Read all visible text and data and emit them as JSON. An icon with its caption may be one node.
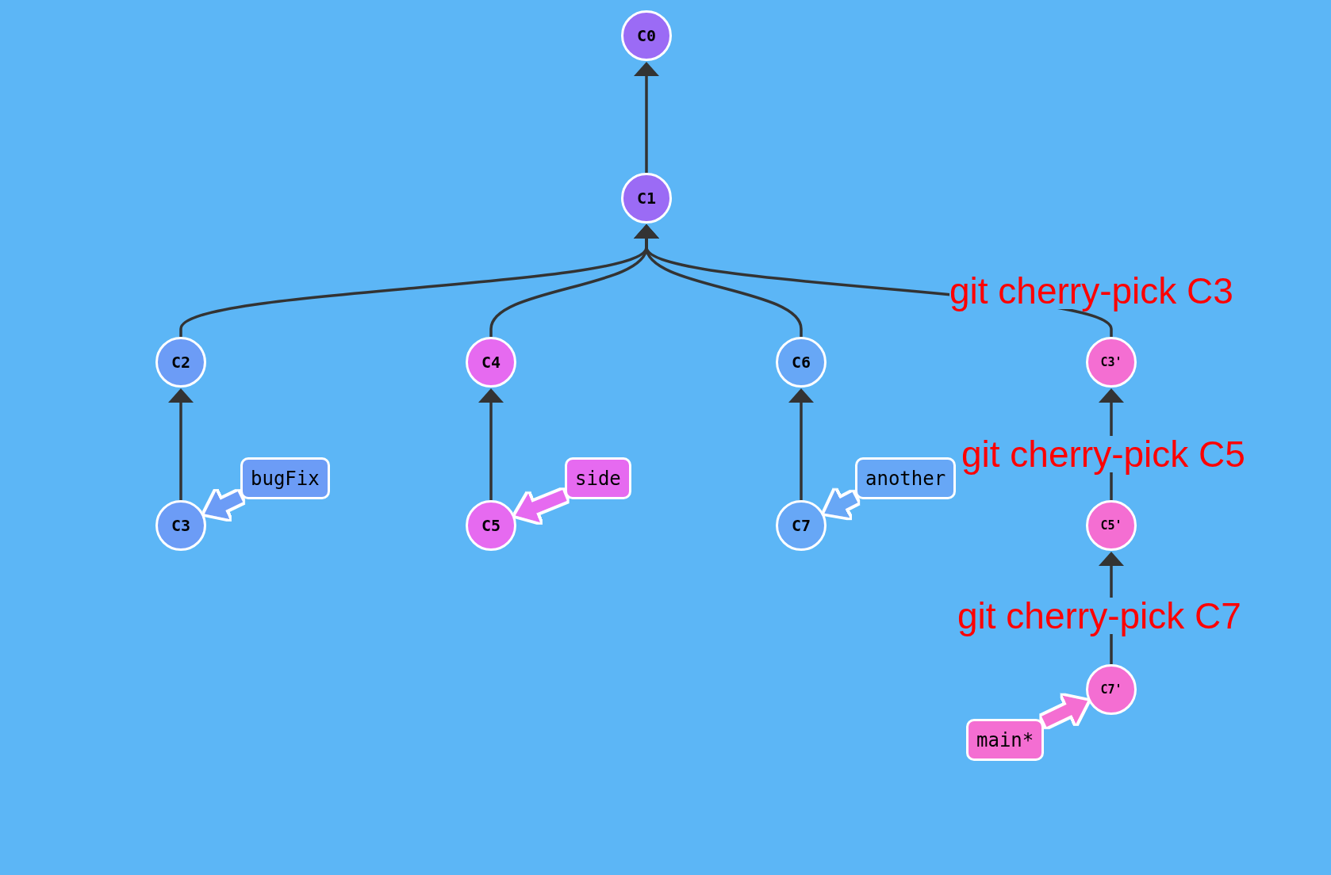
{
  "diagram": {
    "nodes": [
      {
        "text": [
          "C0"
        ]
      },
      {
        "text": [
          "C1"
        ]
      },
      {
        "text": [
          "C2"
        ]
      },
      {
        "text": [
          "C4"
        ]
      },
      {
        "text": [
          "C6"
        ]
      },
      {
        "text": [
          "C3'"
        ]
      },
      {
        "text": [
          "C3"
        ]
      },
      {
        "text": [
          "bugFix"
        ]
      },
      {
        "text": [
          "C5"
        ]
      },
      {
        "text": [
          "side"
        ]
      },
      {
        "text": [
          "C7"
        ]
      },
      {
        "text": [
          "another"
        ]
      },
      {
        "text": [
          "C5'"
        ]
      },
      {
        "text": [
          "C7'"
        ]
      },
      {
        "text": [
          "main*"
        ]
      }
    ],
    "edges": [
      {
        "from": 1,
        "to": 0,
        "arrow": "to"
      },
      {
        "from": 2,
        "to": 1,
        "arrow": "to"
      },
      {
        "from": 3,
        "to": 1,
        "arrow": "to"
      },
      {
        "from": 4,
        "to": 1,
        "arrow": "to"
      },
      {
        "from": 5,
        "to": 1,
        "arrow": "to",
        "label": "git cherry-pick C3"
      },
      {
        "from": 6,
        "to": 2,
        "arrow": "to"
      },
      {
        "from": 8,
        "to": 3,
        "arrow": "to"
      },
      {
        "from": 10,
        "to": 4,
        "arrow": "to"
      },
      {
        "from": 12,
        "to": 5,
        "arrow": "to",
        "label": "git cherry-pick C5"
      },
      {
        "from": 13,
        "to": 12,
        "arrow": "to",
        "label": "git cherry-pick C7"
      },
      {
        "from": 7,
        "to": 6,
        "arrow": "to",
        "style": "thick",
        "color": "#6c9cf6"
      },
      {
        "from": 9,
        "to": 8,
        "arrow": "to",
        "style": "thick",
        "color": "#e66af0"
      },
      {
        "from": 11,
        "to": 10,
        "arrow": "to",
        "style": "thick",
        "color": "#67a7f6"
      },
      {
        "from": 14,
        "to": 13,
        "arrow": "to",
        "style": "thick",
        "color": "#f46ed2"
      }
    ]
  }
}
